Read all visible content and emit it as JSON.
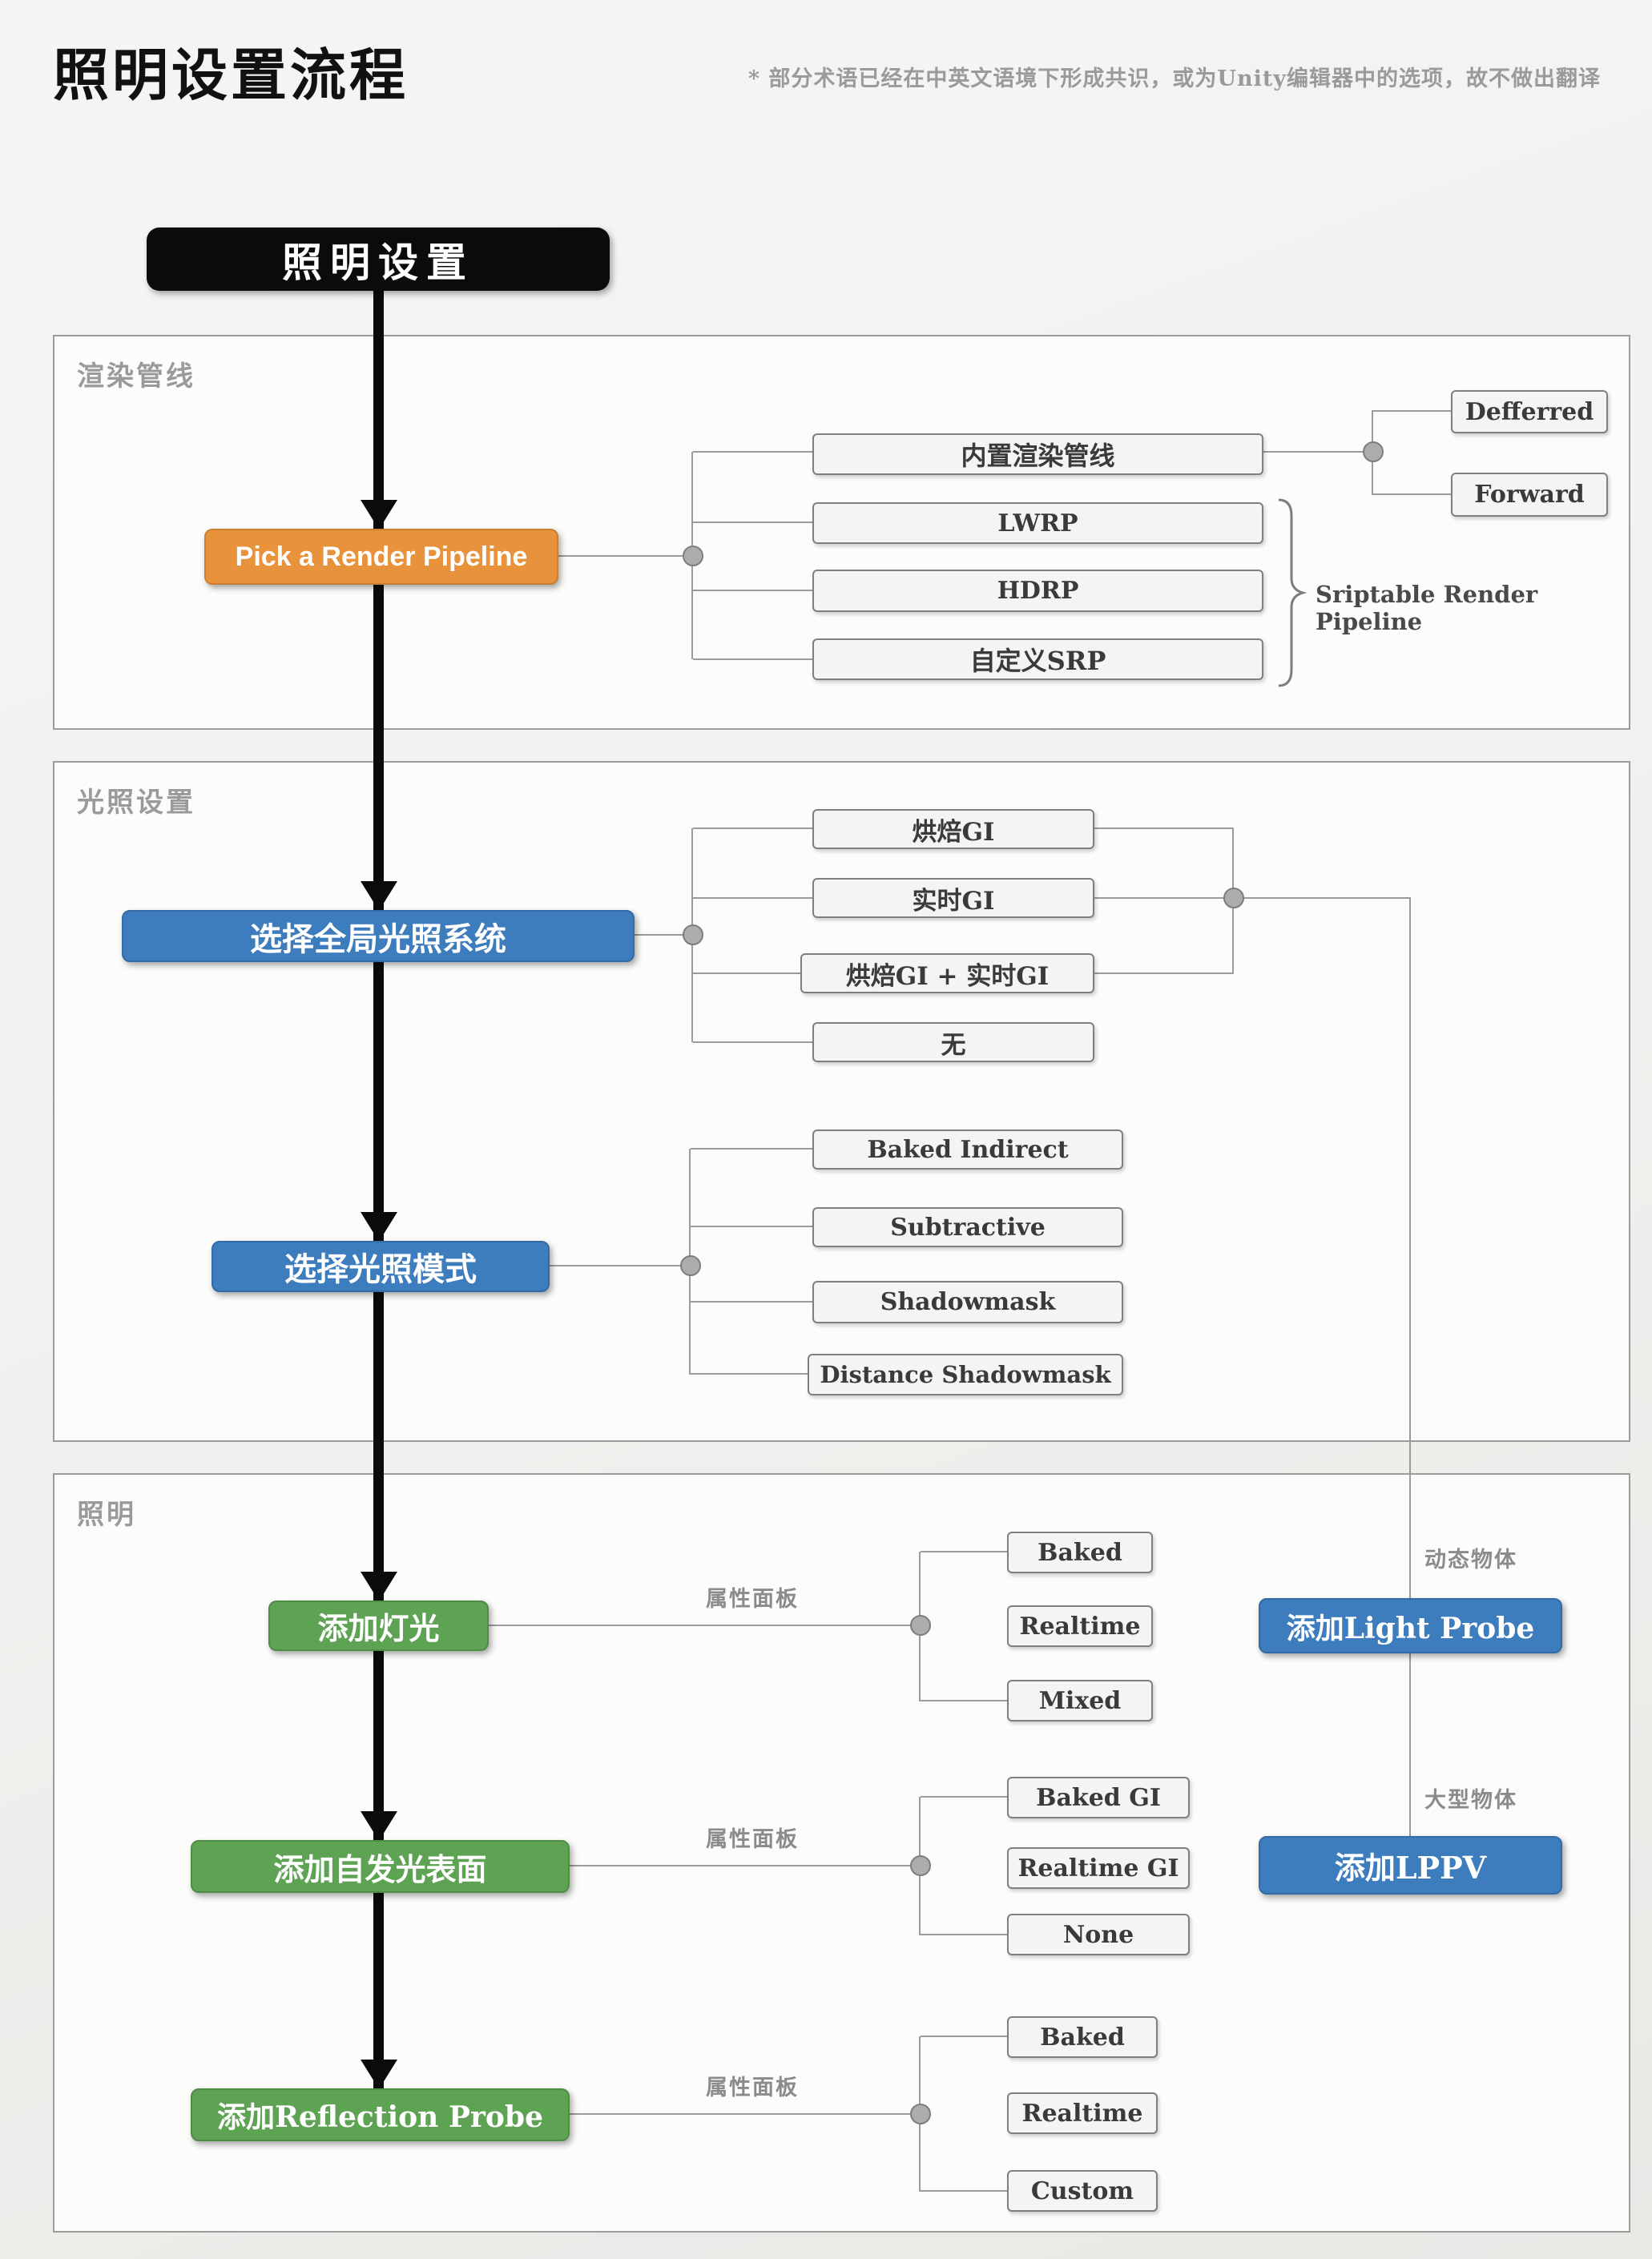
{
  "page": {
    "title": "照明设置流程",
    "note": "* 部分术语已经在中英文语境下形成共识，或为Unity编辑器中的选项，故不做出翻译"
  },
  "start": {
    "label": "照明设置"
  },
  "sections": {
    "render_pipeline": {
      "label": "渲染管线"
    },
    "lighting_settings": {
      "label": "光照设置"
    },
    "lighting": {
      "label": "照明"
    }
  },
  "nodes": {
    "pick_pipeline": "Pick a Render Pipeline",
    "builtin": "内置渲染管线",
    "lwrp": "LWRP",
    "hdrp": "HDRP",
    "custom_srp": "自定义SRP",
    "deferred": "Defferred",
    "forward": "Forward",
    "choose_gi": "选择全局光照系统",
    "baked_gi": "烘焙GI",
    "realtime_gi": "实时GI",
    "baked_realtime_gi": "烘焙GI + 实时GI",
    "none_gi": "无",
    "choose_mode": "选择光照模式",
    "baked_indirect": "Baked Indirect",
    "subtractive": "Subtractive",
    "shadowmask": "Shadowmask",
    "distance_shadowmask": "Distance Shadowmask",
    "add_light": "添加灯光",
    "light_baked": "Baked",
    "light_realtime": "Realtime",
    "light_mixed": "Mixed",
    "add_emissive": "添加自发光表面",
    "emissive_baked": "Baked GI",
    "emissive_realtime": "Realtime GI",
    "emissive_none": "None",
    "add_reflection": "添加Reflection Probe",
    "refl_baked": "Baked",
    "refl_realtime": "Realtime",
    "refl_custom": "Custom",
    "add_light_probe": "添加Light Probe",
    "add_lppv": "添加LPPV"
  },
  "labels": {
    "property_panel": "属性面板",
    "dynamic_objects": "动态物体",
    "large_objects": "大型物体",
    "srp_note": "Sriptable Render Pipeline"
  },
  "colors": {
    "orange": "#E8923C",
    "blue": "#3D7DBD",
    "green": "#5EA254",
    "start_black": "#0B0B0B",
    "line": "#9B9B9B",
    "dot": "#ADADAD",
    "option_bg": "#F4F4F2"
  }
}
